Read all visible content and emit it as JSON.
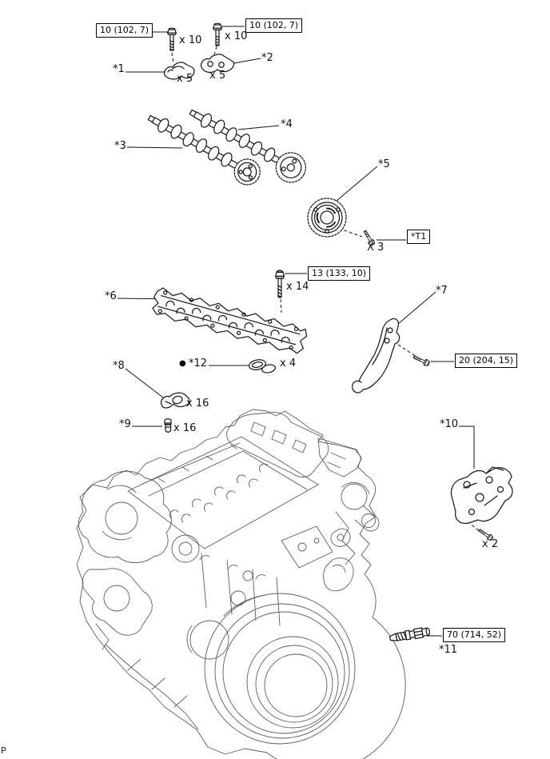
{
  "corner_mark": "P",
  "callouts": {
    "cap1": {
      "torque": "10 (102, 7)",
      "bolt_qty": "x 10",
      "label": "*1",
      "qty": "x 5"
    },
    "cap2": {
      "torque": "10 (102, 7)",
      "bolt_qty": "x 10",
      "label": "*2",
      "qty": "x 5"
    },
    "cam3": {
      "label": "*3"
    },
    "cam4": {
      "label": "*4"
    },
    "gear5": {
      "label": "*5",
      "bolt_qty": "X 3",
      "torque_ref": "*T1"
    },
    "housing6": {
      "label": "*6",
      "torque": "13 (133, 10)",
      "bolt_qty": "x 14"
    },
    "tensioner7": {
      "label": "*7",
      "torque": "20 (204, 15)"
    },
    "rocker8": {
      "label": "*8",
      "qty": "x 16"
    },
    "lash9": {
      "label": "*9",
      "qty": "x 16"
    },
    "bracket10": {
      "label": "*10",
      "bolt_qty": "x 2"
    },
    "stud11": {
      "label": "*11",
      "torque": "70 (714, 52)"
    },
    "seal12": {
      "bullet": "●",
      "label": "*12",
      "qty": "x 4"
    }
  }
}
